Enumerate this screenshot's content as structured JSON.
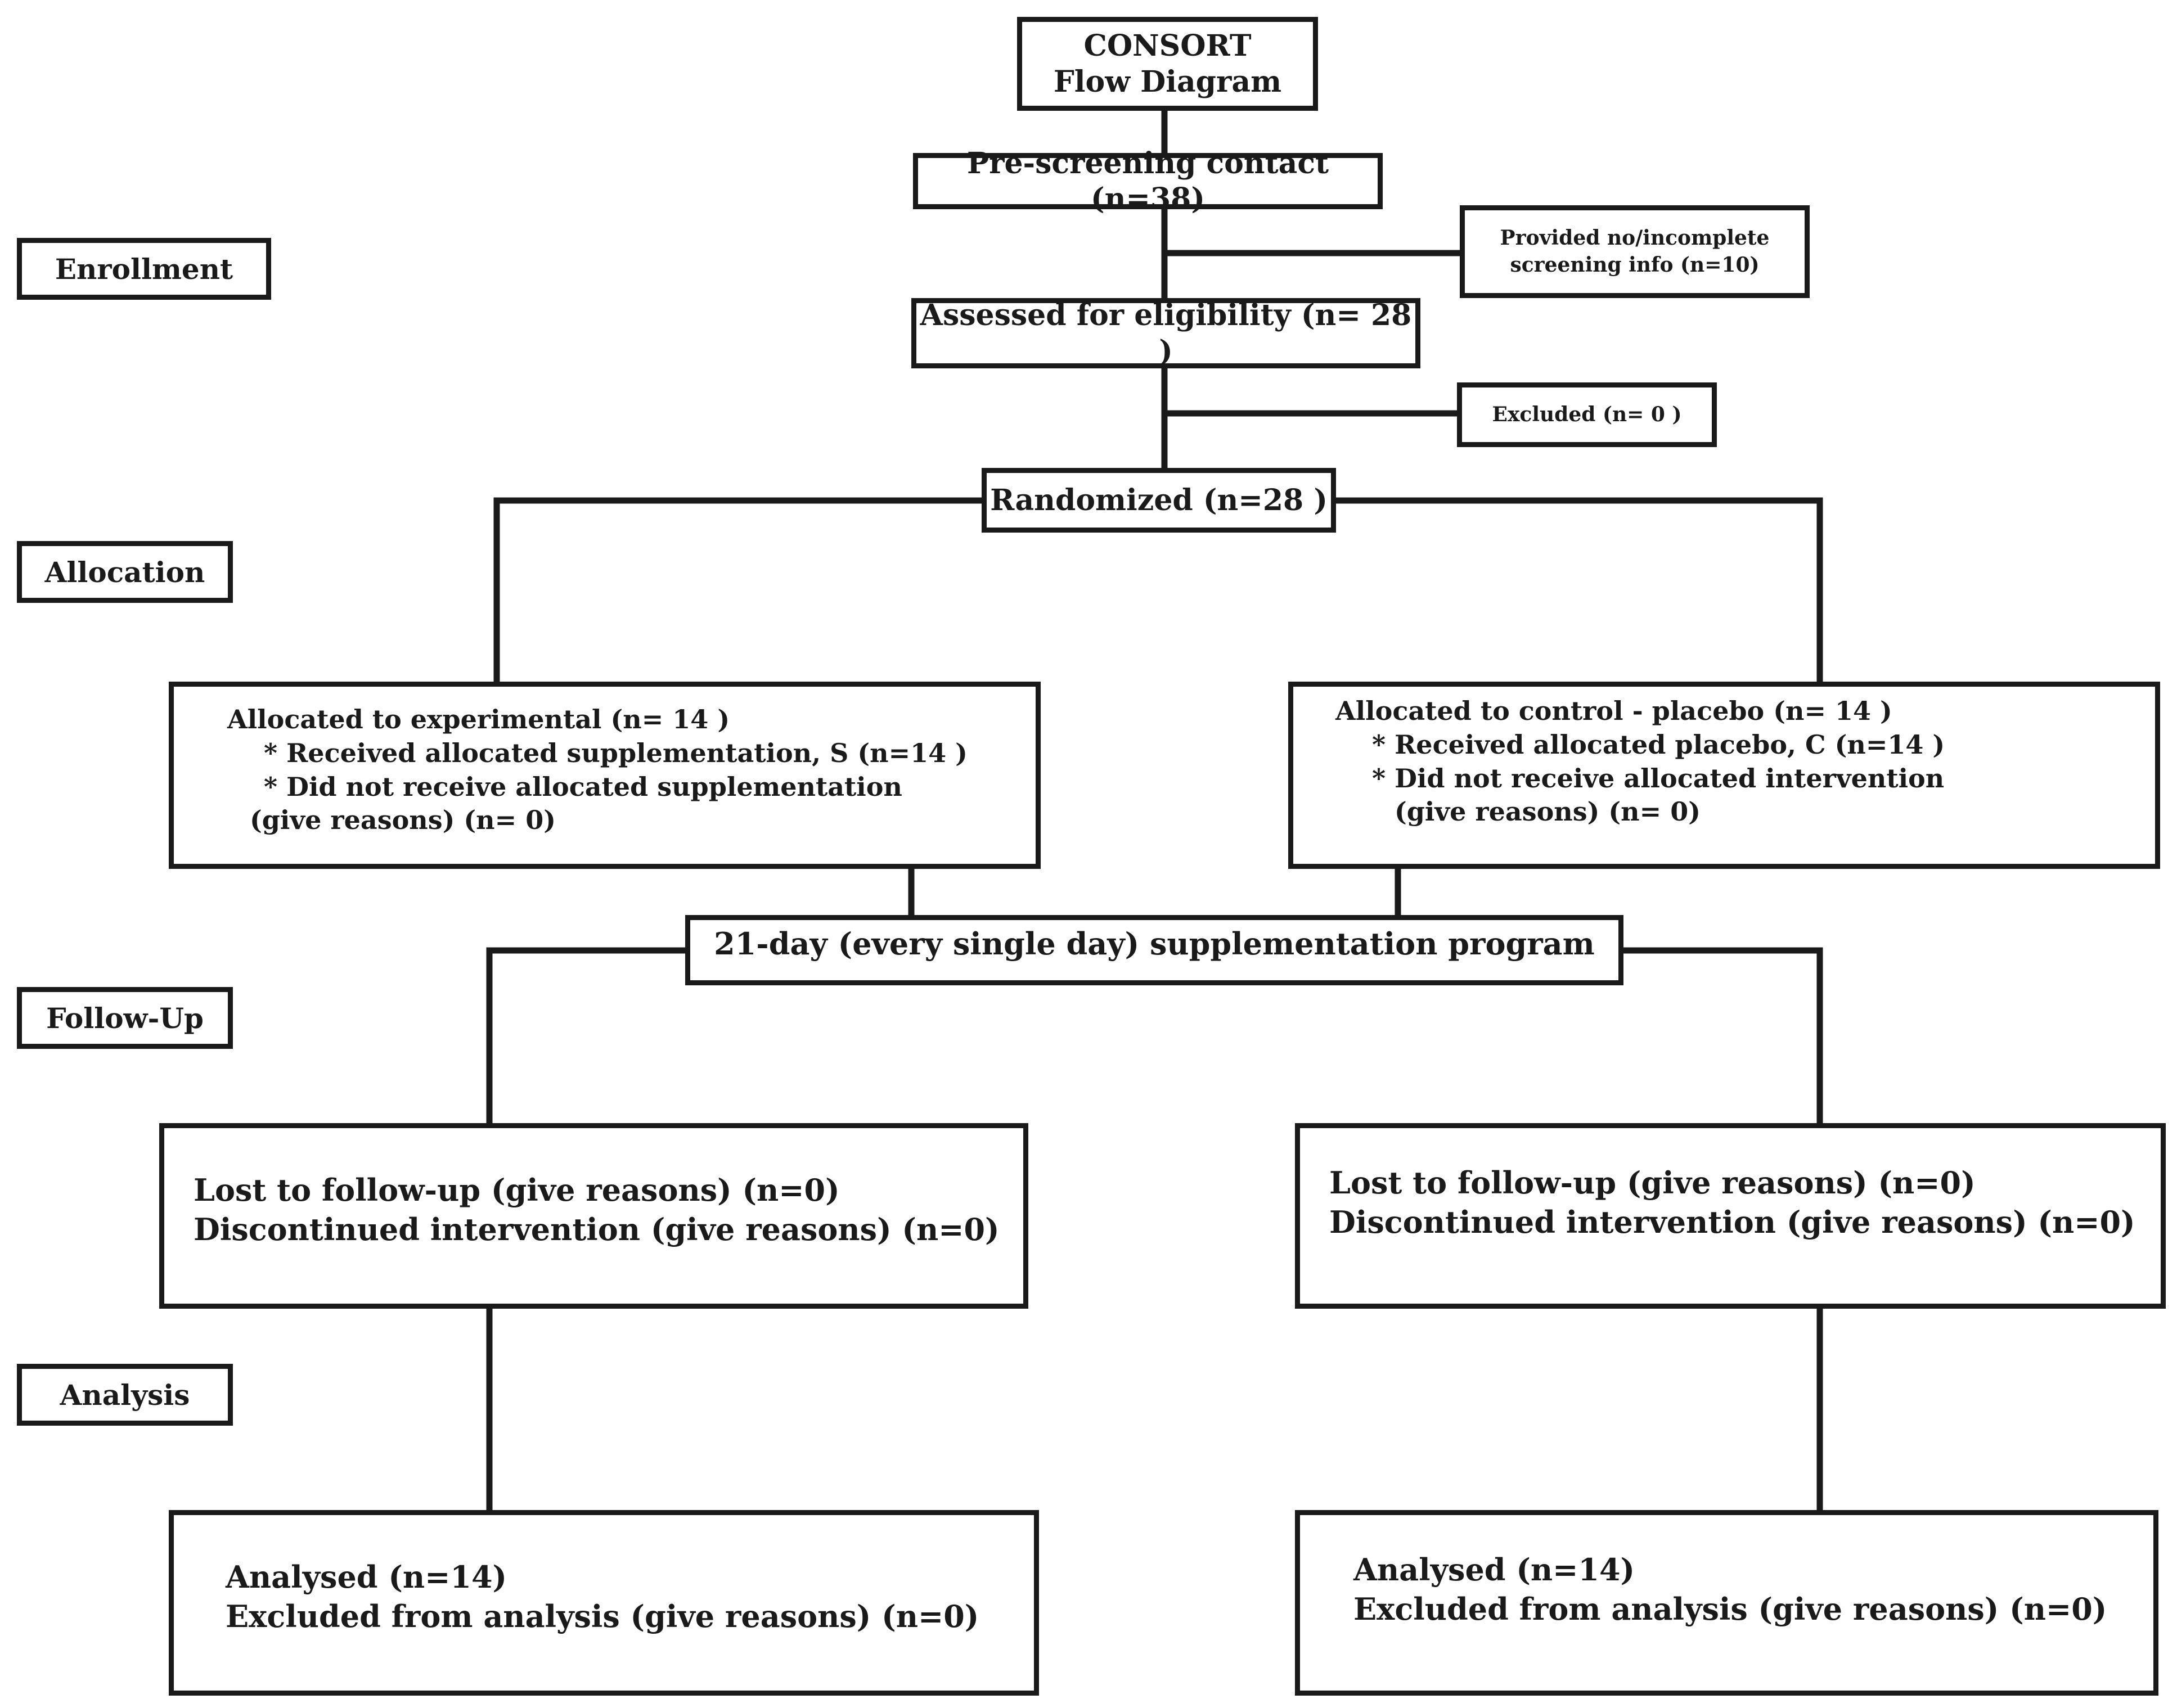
{
  "title": {
    "line1": "CONSORT",
    "line2": "Flow Diagram"
  },
  "stages": {
    "enrollment": "Enrollment",
    "allocation": "Allocation",
    "follow_up": "Follow-Up",
    "analysis": "Analysis"
  },
  "enrollment": {
    "prescreening": "Pre-screening contact (n=38)",
    "no_info_line1": "Provided no/incomplete",
    "no_info_line2": "screening info (n=10)",
    "assessed": "Assessed for eligibility (n= 28 )",
    "excluded": "Excluded (n= 0 )",
    "randomized": "Randomized (n=28 )"
  },
  "allocation": {
    "experimental": {
      "line1": "Allocated to experimental (n= 14 )",
      "line2": "* Received allocated supplementation, S (n=14 )",
      "line3": "* Did not receive allocated supplementation",
      "line4": "(give reasons) (n= 0)"
    },
    "control": {
      "line1": "Allocated to control - placebo  (n= 14 )",
      "line2": "* Received allocated placebo, C (n=14 )",
      "line3": "* Did not receive allocated intervention",
      "line4": "(give reasons) (n= 0)"
    }
  },
  "program": "21-day (every single day) supplementation program",
  "follow_up": {
    "experimental": {
      "line1": "Lost to follow-up (give reasons) (n=0)",
      "line2": "Discontinued intervention (give reasons) (n=0)"
    },
    "control": {
      "line1": "Lost to follow-up (give reasons) (n=0)",
      "line2": "Discontinued intervention (give reasons) (n=0)"
    }
  },
  "analysis": {
    "experimental": {
      "line1": "Analysed (n=14)",
      "line2": "Excluded from analysis (give reasons) (n=0)"
    },
    "control": {
      "line1": "Analysed (n=14)",
      "line2": "Excluded from analysis (give reasons) (n=0)"
    }
  }
}
